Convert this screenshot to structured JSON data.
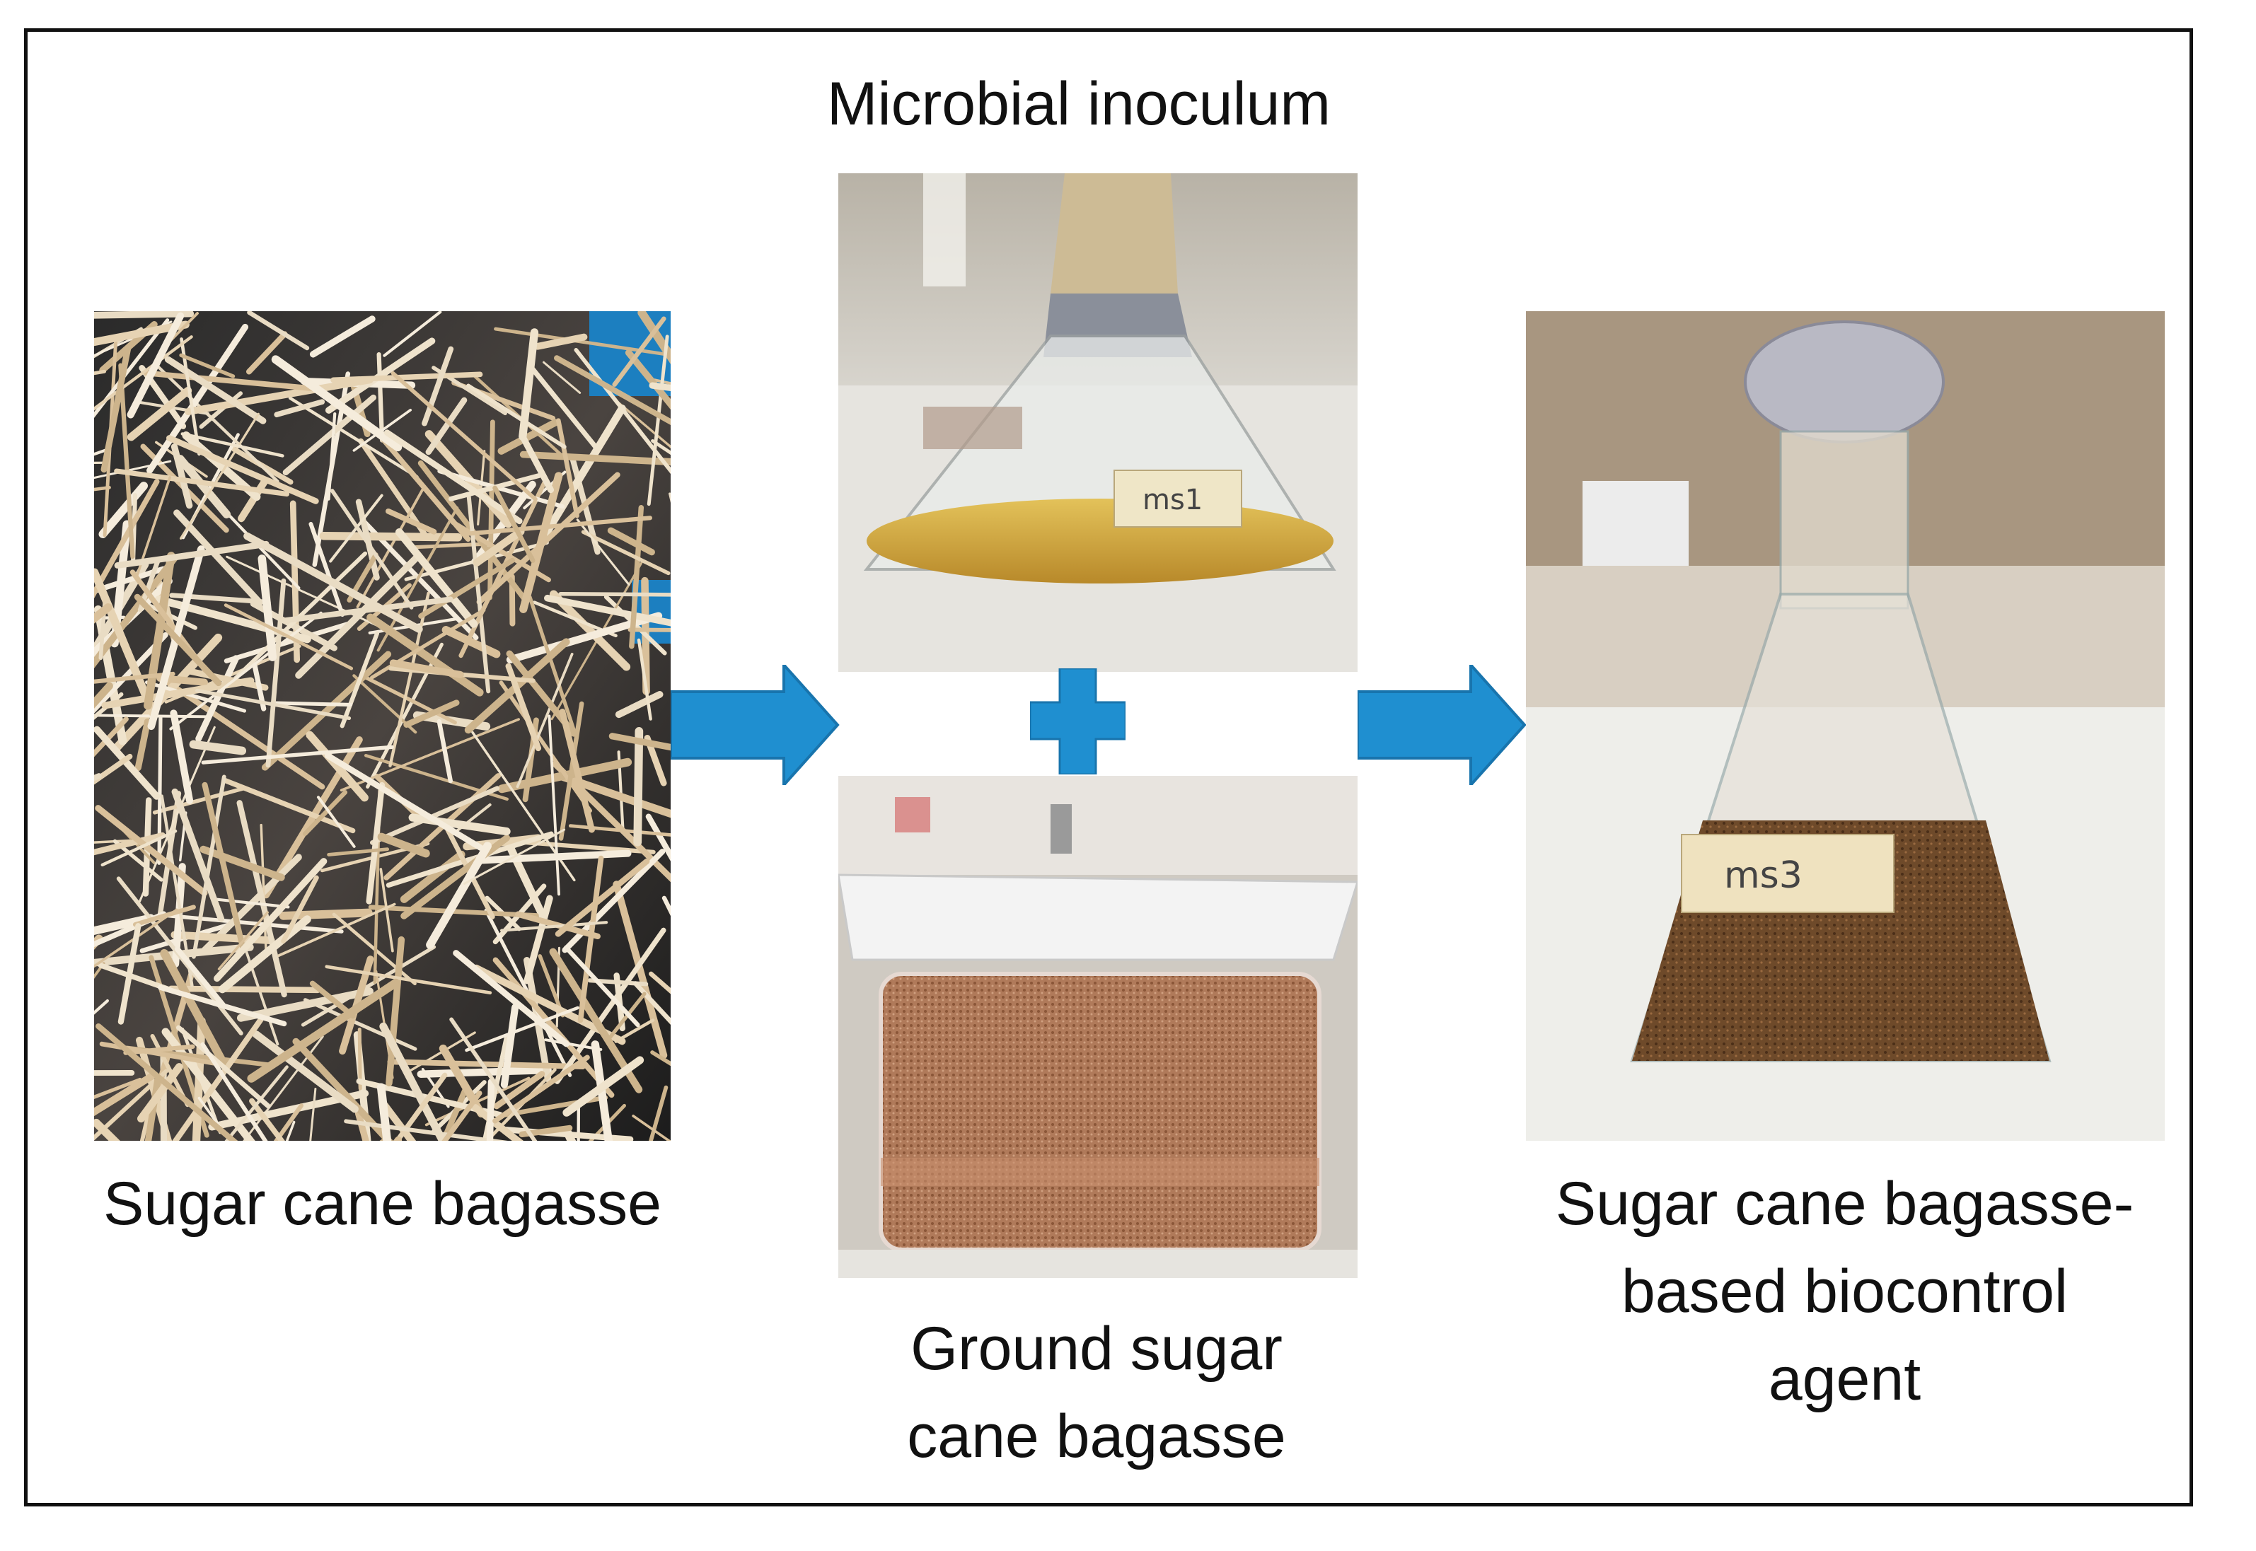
{
  "figure": {
    "labels": {
      "raw_bagasse": "Sugar cane bagasse",
      "inoculum": "Microbial inoculum",
      "ground_line1": "Ground sugar",
      "ground_line2": "cane bagasse",
      "product_line1": "Sugar cane bagasse-",
      "product_line2": "based biocontrol",
      "product_line3": "agent"
    },
    "flask_tags": {
      "inoculum_tag": "ms1",
      "product_tag": "ms3"
    },
    "colors": {
      "arrow_fill": "#1f8fd0",
      "arrow_stroke": "#1874ad",
      "frame": "#111111"
    }
  }
}
